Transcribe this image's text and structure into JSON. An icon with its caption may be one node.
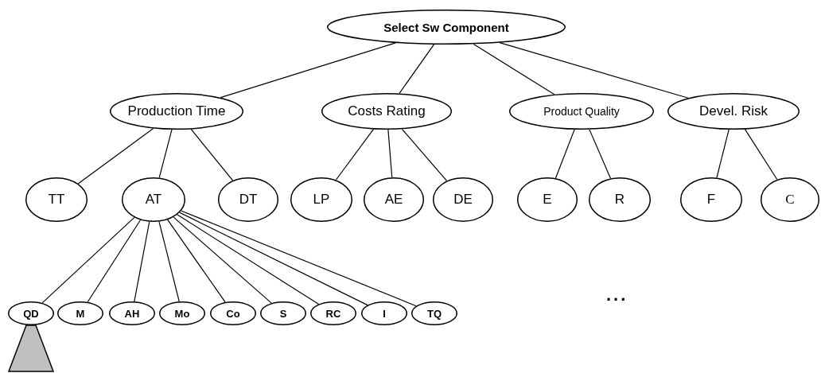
{
  "diagram": {
    "nodes": [
      {
        "text": [
          "Select Sw Component"
        ]
      },
      {
        "text": [
          "Production Time"
        ]
      },
      {
        "text": [
          "Costs Rating"
        ]
      },
      {
        "text": [
          "Product Quality"
        ]
      },
      {
        "text": [
          "Devel. Risk"
        ]
      },
      {
        "text": [
          "TT"
        ]
      },
      {
        "text": [
          "AT"
        ]
      },
      {
        "text": [
          "DT"
        ]
      },
      {
        "text": [
          "LP"
        ]
      },
      {
        "text": [
          "AE"
        ]
      },
      {
        "text": [
          "DE"
        ]
      },
      {
        "text": [
          "E"
        ]
      },
      {
        "text": [
          "R"
        ]
      },
      {
        "text": [
          "F"
        ]
      },
      {
        "text": [
          "C"
        ]
      },
      {
        "text": [
          "QD"
        ]
      },
      {
        "text": [
          "M"
        ]
      },
      {
        "text": [
          "AH"
        ]
      },
      {
        "text": [
          "Mo"
        ]
      },
      {
        "text": [
          "Co"
        ]
      },
      {
        "text": [
          "S"
        ]
      },
      {
        "text": [
          "RC"
        ]
      },
      {
        "text": [
          "I"
        ]
      },
      {
        "text": [
          "TQ"
        ]
      }
    ],
    "edges": [
      {
        "from": 0,
        "to": 1,
        "arrow": "none"
      },
      {
        "from": 0,
        "to": 2,
        "arrow": "none"
      },
      {
        "from": 0,
        "to": 3,
        "arrow": "none"
      },
      {
        "from": 0,
        "to": 4,
        "arrow": "none"
      },
      {
        "from": 1,
        "to": 5,
        "arrow": "none"
      },
      {
        "from": 1,
        "to": 6,
        "arrow": "none"
      },
      {
        "from": 1,
        "to": 7,
        "arrow": "none"
      },
      {
        "from": 2,
        "to": 8,
        "arrow": "none"
      },
      {
        "from": 2,
        "to": 9,
        "arrow": "none"
      },
      {
        "from": 2,
        "to": 10,
        "arrow": "none"
      },
      {
        "from": 3,
        "to": 11,
        "arrow": "none"
      },
      {
        "from": 3,
        "to": 12,
        "arrow": "none"
      },
      {
        "from": 4,
        "to": 13,
        "arrow": "none"
      },
      {
        "from": 4,
        "to": 14,
        "arrow": "none"
      },
      {
        "from": 6,
        "to": 15,
        "arrow": "none"
      },
      {
        "from": 6,
        "to": 16,
        "arrow": "none"
      },
      {
        "from": 6,
        "to": 17,
        "arrow": "none"
      },
      {
        "from": 6,
        "to": 18,
        "arrow": "none"
      },
      {
        "from": 6,
        "to": 19,
        "arrow": "none"
      },
      {
        "from": 6,
        "to": 20,
        "arrow": "none"
      },
      {
        "from": 6,
        "to": 21,
        "arrow": "none"
      },
      {
        "from": 6,
        "to": 22,
        "arrow": "none"
      },
      {
        "from": 6,
        "to": 23,
        "arrow": "none"
      }
    ],
    "labels": [
      "..."
    ]
  }
}
